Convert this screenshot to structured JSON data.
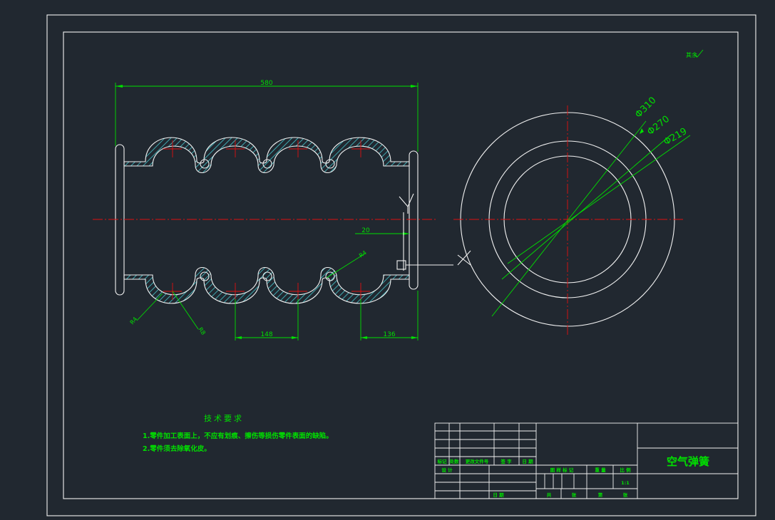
{
  "dimensions": {
    "overall_length": "580",
    "pitch": "148",
    "end_segment": "136",
    "flange_offset": "20",
    "wall_radius": "R4",
    "radius_small": "R4",
    "radius_large": "R8",
    "dia_outer": "Φ310",
    "dia_mid": "Φ270",
    "dia_inner": "Φ219"
  },
  "roughness": "其余",
  "tech_requirements": {
    "heading": "技术要求",
    "items": [
      "1.零件加工表面上，不应有划痕、擦伤等损伤零件表面的缺陷。",
      "2.零件须去除氧化皮。"
    ]
  },
  "title_block": {
    "part_name": "空气弹簧",
    "col_mark": "标记",
    "col_count": "处数",
    "col_change_doc": "更改文件号",
    "col_sign": "签  字",
    "col_date": "日 期",
    "designer": "设 计",
    "stage_mark": "图 样 标 记",
    "weight": "重 量",
    "scale": "比 例",
    "scale_value": "1:1",
    "total": "共",
    "sheet": "张",
    "sheet_no": "第",
    "sheet_suffix": "张",
    "date": "日 期"
  }
}
